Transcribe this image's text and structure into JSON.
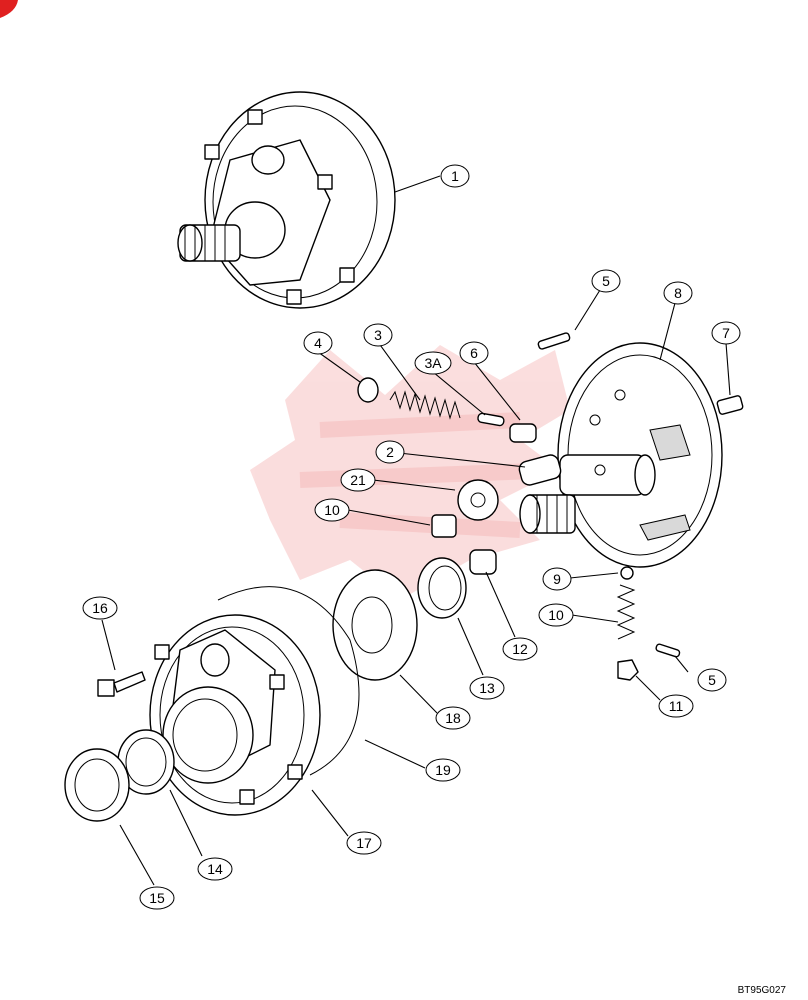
{
  "drawing_code": "BT95G027",
  "callouts": [
    {
      "label": "1"
    },
    {
      "label": "2"
    },
    {
      "label": "3"
    },
    {
      "label": "3A"
    },
    {
      "label": "4"
    },
    {
      "label": "5"
    },
    {
      "label": "5"
    },
    {
      "label": "6"
    },
    {
      "label": "7"
    },
    {
      "label": "8"
    },
    {
      "label": "9"
    },
    {
      "label": "10"
    },
    {
      "label": "10"
    },
    {
      "label": "11"
    },
    {
      "label": "12"
    },
    {
      "label": "13"
    },
    {
      "label": "14"
    },
    {
      "label": "15"
    },
    {
      "label": "16"
    },
    {
      "label": "17"
    },
    {
      "label": "18"
    },
    {
      "label": "19"
    },
    {
      "label": "21"
    }
  ],
  "colors": {
    "watermark": "#f4b6b6",
    "corner_mark": "#e02020"
  }
}
